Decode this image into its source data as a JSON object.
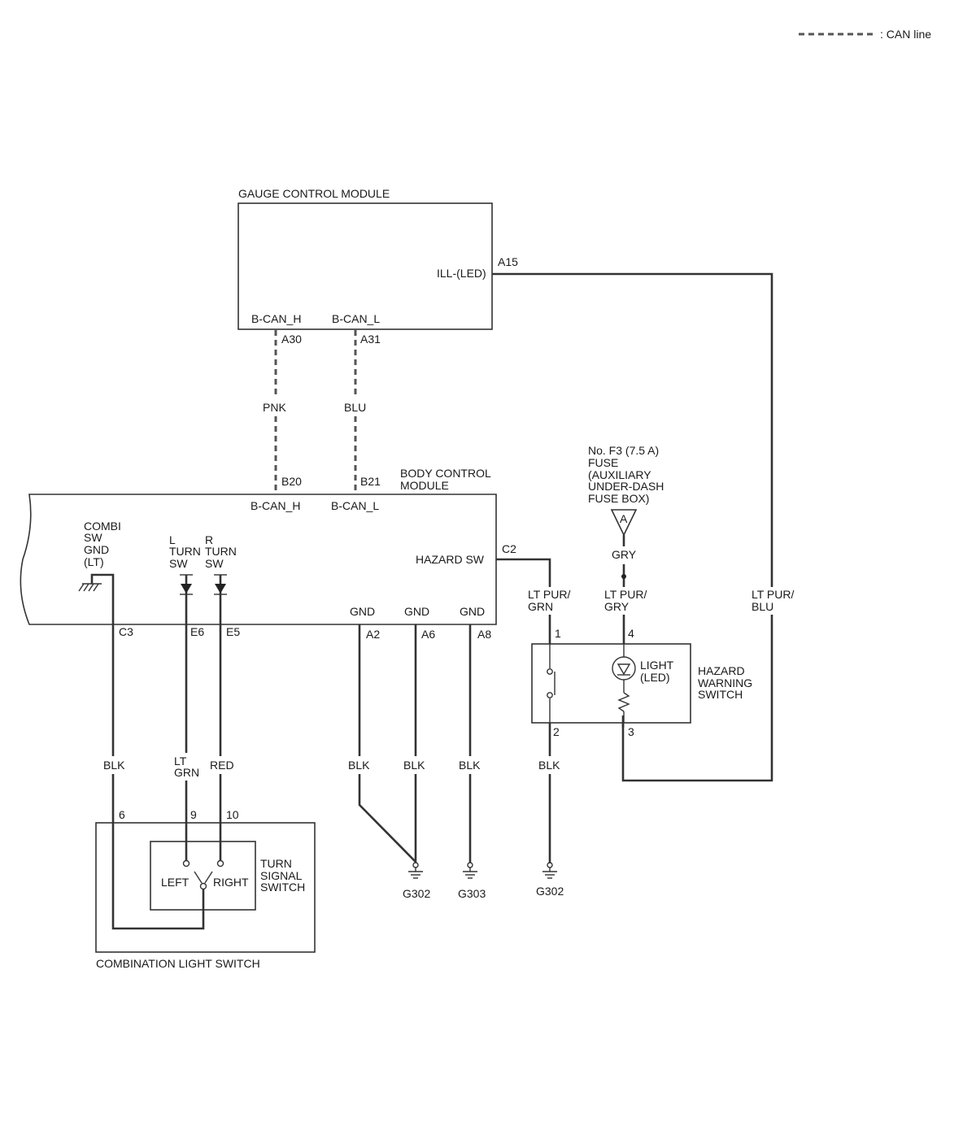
{
  "legend": {
    "can_line": ": CAN line"
  },
  "gcm": {
    "title": "GAUGE CONTROL MODULE",
    "ill": "ILL-(LED)",
    "pin_a15": "A15",
    "bcan_h": "B-CAN_H",
    "bcan_l": "B-CAN_L",
    "pin_a30": "A30",
    "pin_a31": "A31"
  },
  "can_wires": {
    "pnk": "PNK",
    "blu": "BLU"
  },
  "bcm": {
    "title": [
      "BODY CONTROL",
      "MODULE"
    ],
    "pin_b20": "B20",
    "pin_b21": "B21",
    "bcan_h": "B-CAN_H",
    "bcan_l": "B-CAN_L",
    "combi": [
      "COMBI",
      "SW",
      "GND",
      "(LT)"
    ],
    "lturn": [
      "L",
      "TURN",
      "SW"
    ],
    "rturn": [
      "R",
      "TURN",
      "SW"
    ],
    "hazard_sw": "HAZARD SW",
    "pin_c2": "C2",
    "gnd": "GND",
    "pin_c3": "C3",
    "pin_e6": "E6",
    "pin_e5": "E5",
    "pin_a2": "A2",
    "pin_a6": "A6",
    "pin_a8": "A8"
  },
  "fuse": {
    "label": [
      "No. F3 (7.5 A)",
      "FUSE",
      "(AUXILIARY",
      "UNDER-DASH",
      "FUSE BOX)"
    ],
    "connector": "A",
    "wire": "GRY"
  },
  "wires": {
    "lt_pur_grn": [
      "LT PUR/",
      "GRN"
    ],
    "lt_pur_gry": [
      "LT PUR/",
      "GRY"
    ],
    "lt_pur_blu": [
      "LT PUR/",
      "BLU"
    ],
    "blk": "BLK",
    "lt_grn": [
      "LT",
      "GRN"
    ],
    "red": "RED"
  },
  "hazard": {
    "pin1": "1",
    "pin4": "4",
    "pin2": "2",
    "pin3": "3",
    "light": [
      "LIGHT",
      "(LED)"
    ],
    "title": [
      "HAZARD",
      "WARNING",
      "SWITCH"
    ]
  },
  "combination": {
    "pin6": "6",
    "pin9": "9",
    "pin10": "10",
    "left": "LEFT",
    "right": "RIGHT",
    "turn_signal": [
      "TURN",
      "SIGNAL",
      "SWITCH"
    ],
    "title": "COMBINATION LIGHT SWITCH"
  },
  "grounds": {
    "g302a": "G302",
    "g303": "G303",
    "g302b": "G302"
  }
}
